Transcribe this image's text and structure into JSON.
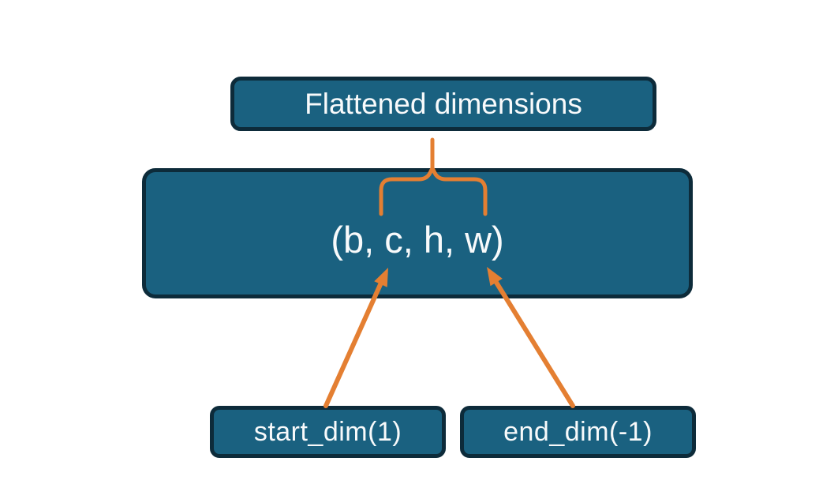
{
  "diagram": {
    "title_box": {
      "label": "Flattened dimensions"
    },
    "tensor_box": {
      "label": "(b, c, h, w)"
    },
    "start_dim_box": {
      "label": "start_dim(1)"
    },
    "end_dim_box": {
      "label": "end_dim(-1)"
    },
    "icons": {
      "brace": "curly-brace-over-c-h-w",
      "start_arrow": "arrow-from-start-dim-to-c",
      "end_arrow": "arrow-from-end-dim-to-w"
    }
  },
  "colors": {
    "box_fill": "#1A6180",
    "box_border": "#0D2B3A",
    "accent": "#E47F32",
    "text": "#F8FAFB",
    "background": "#FFFFFF"
  }
}
